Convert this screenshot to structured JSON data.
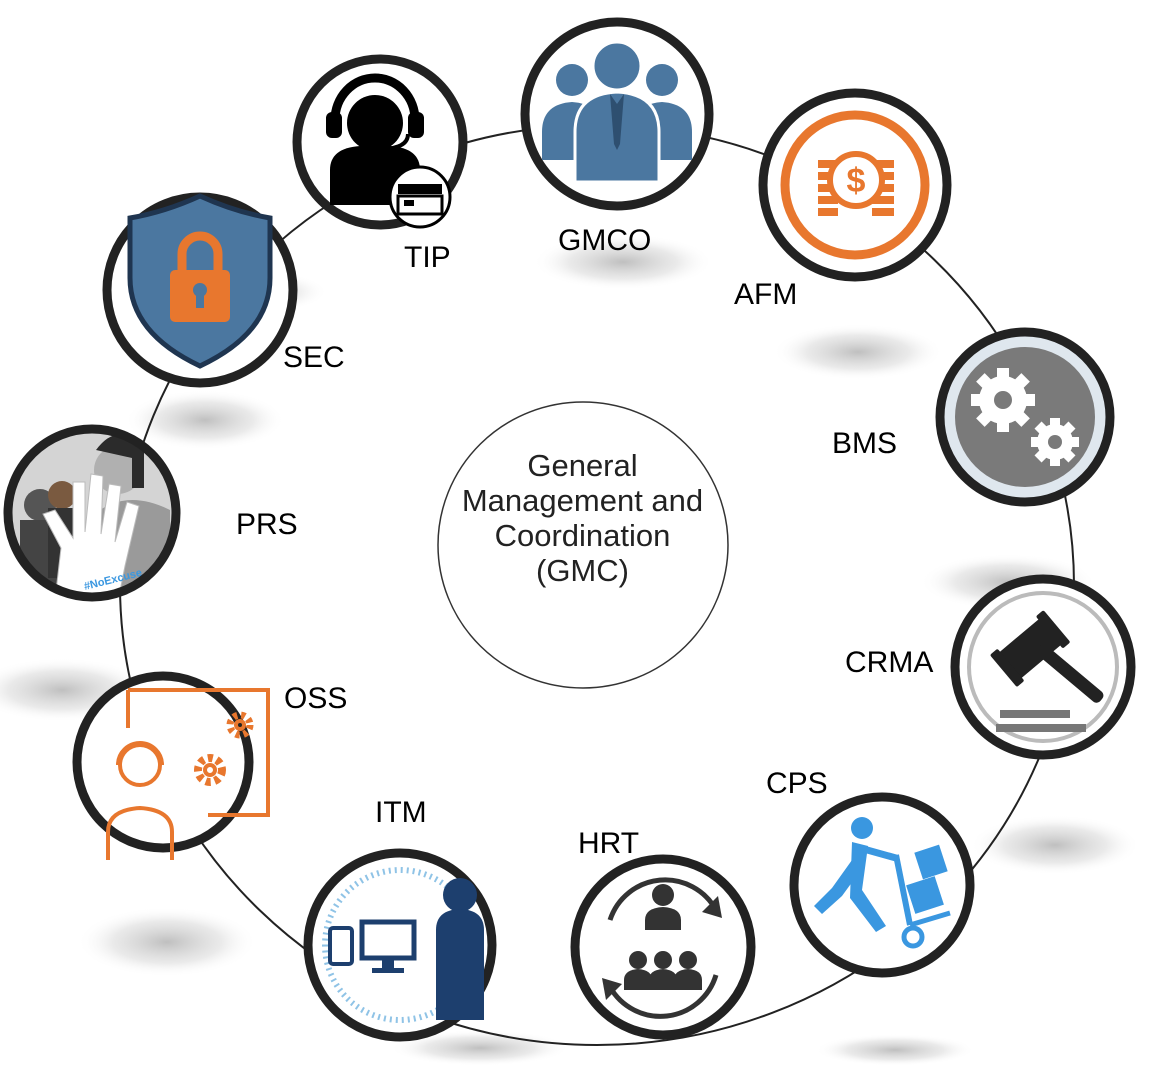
{
  "center": {
    "lines": [
      "General",
      "Management and",
      "Coordination",
      "(GMC)"
    ]
  },
  "nodes": [
    {
      "label": "GMCO",
      "icon": "business-people-icon"
    },
    {
      "label": "AFM",
      "icon": "coins-dollar-icon"
    },
    {
      "label": "BMS",
      "icon": "gears-icon"
    },
    {
      "label": "CRMA",
      "icon": "gavel-icon"
    },
    {
      "label": "CPS",
      "icon": "hand-truck-worker-icon"
    },
    {
      "label": "HRT",
      "icon": "team-cycle-icon"
    },
    {
      "label": "ITM",
      "icon": "devices-user-icon"
    },
    {
      "label": "OSS",
      "icon": "support-agent-gears-icon"
    },
    {
      "label": "PRS",
      "icon": "stop-hand-photo-icon"
    },
    {
      "label": "SEC",
      "icon": "shield-lock-icon"
    },
    {
      "label": "TIP",
      "icon": "headset-agent-icon"
    }
  ],
  "hand_text": "#NoExcuse",
  "colors": {
    "steel_blue": "#4b77a0",
    "orange": "#e8772e",
    "navy": "#1d3f6e",
    "sky_blue": "#3a97e0",
    "gray": "#7a7a7a",
    "ring": "#222222"
  }
}
